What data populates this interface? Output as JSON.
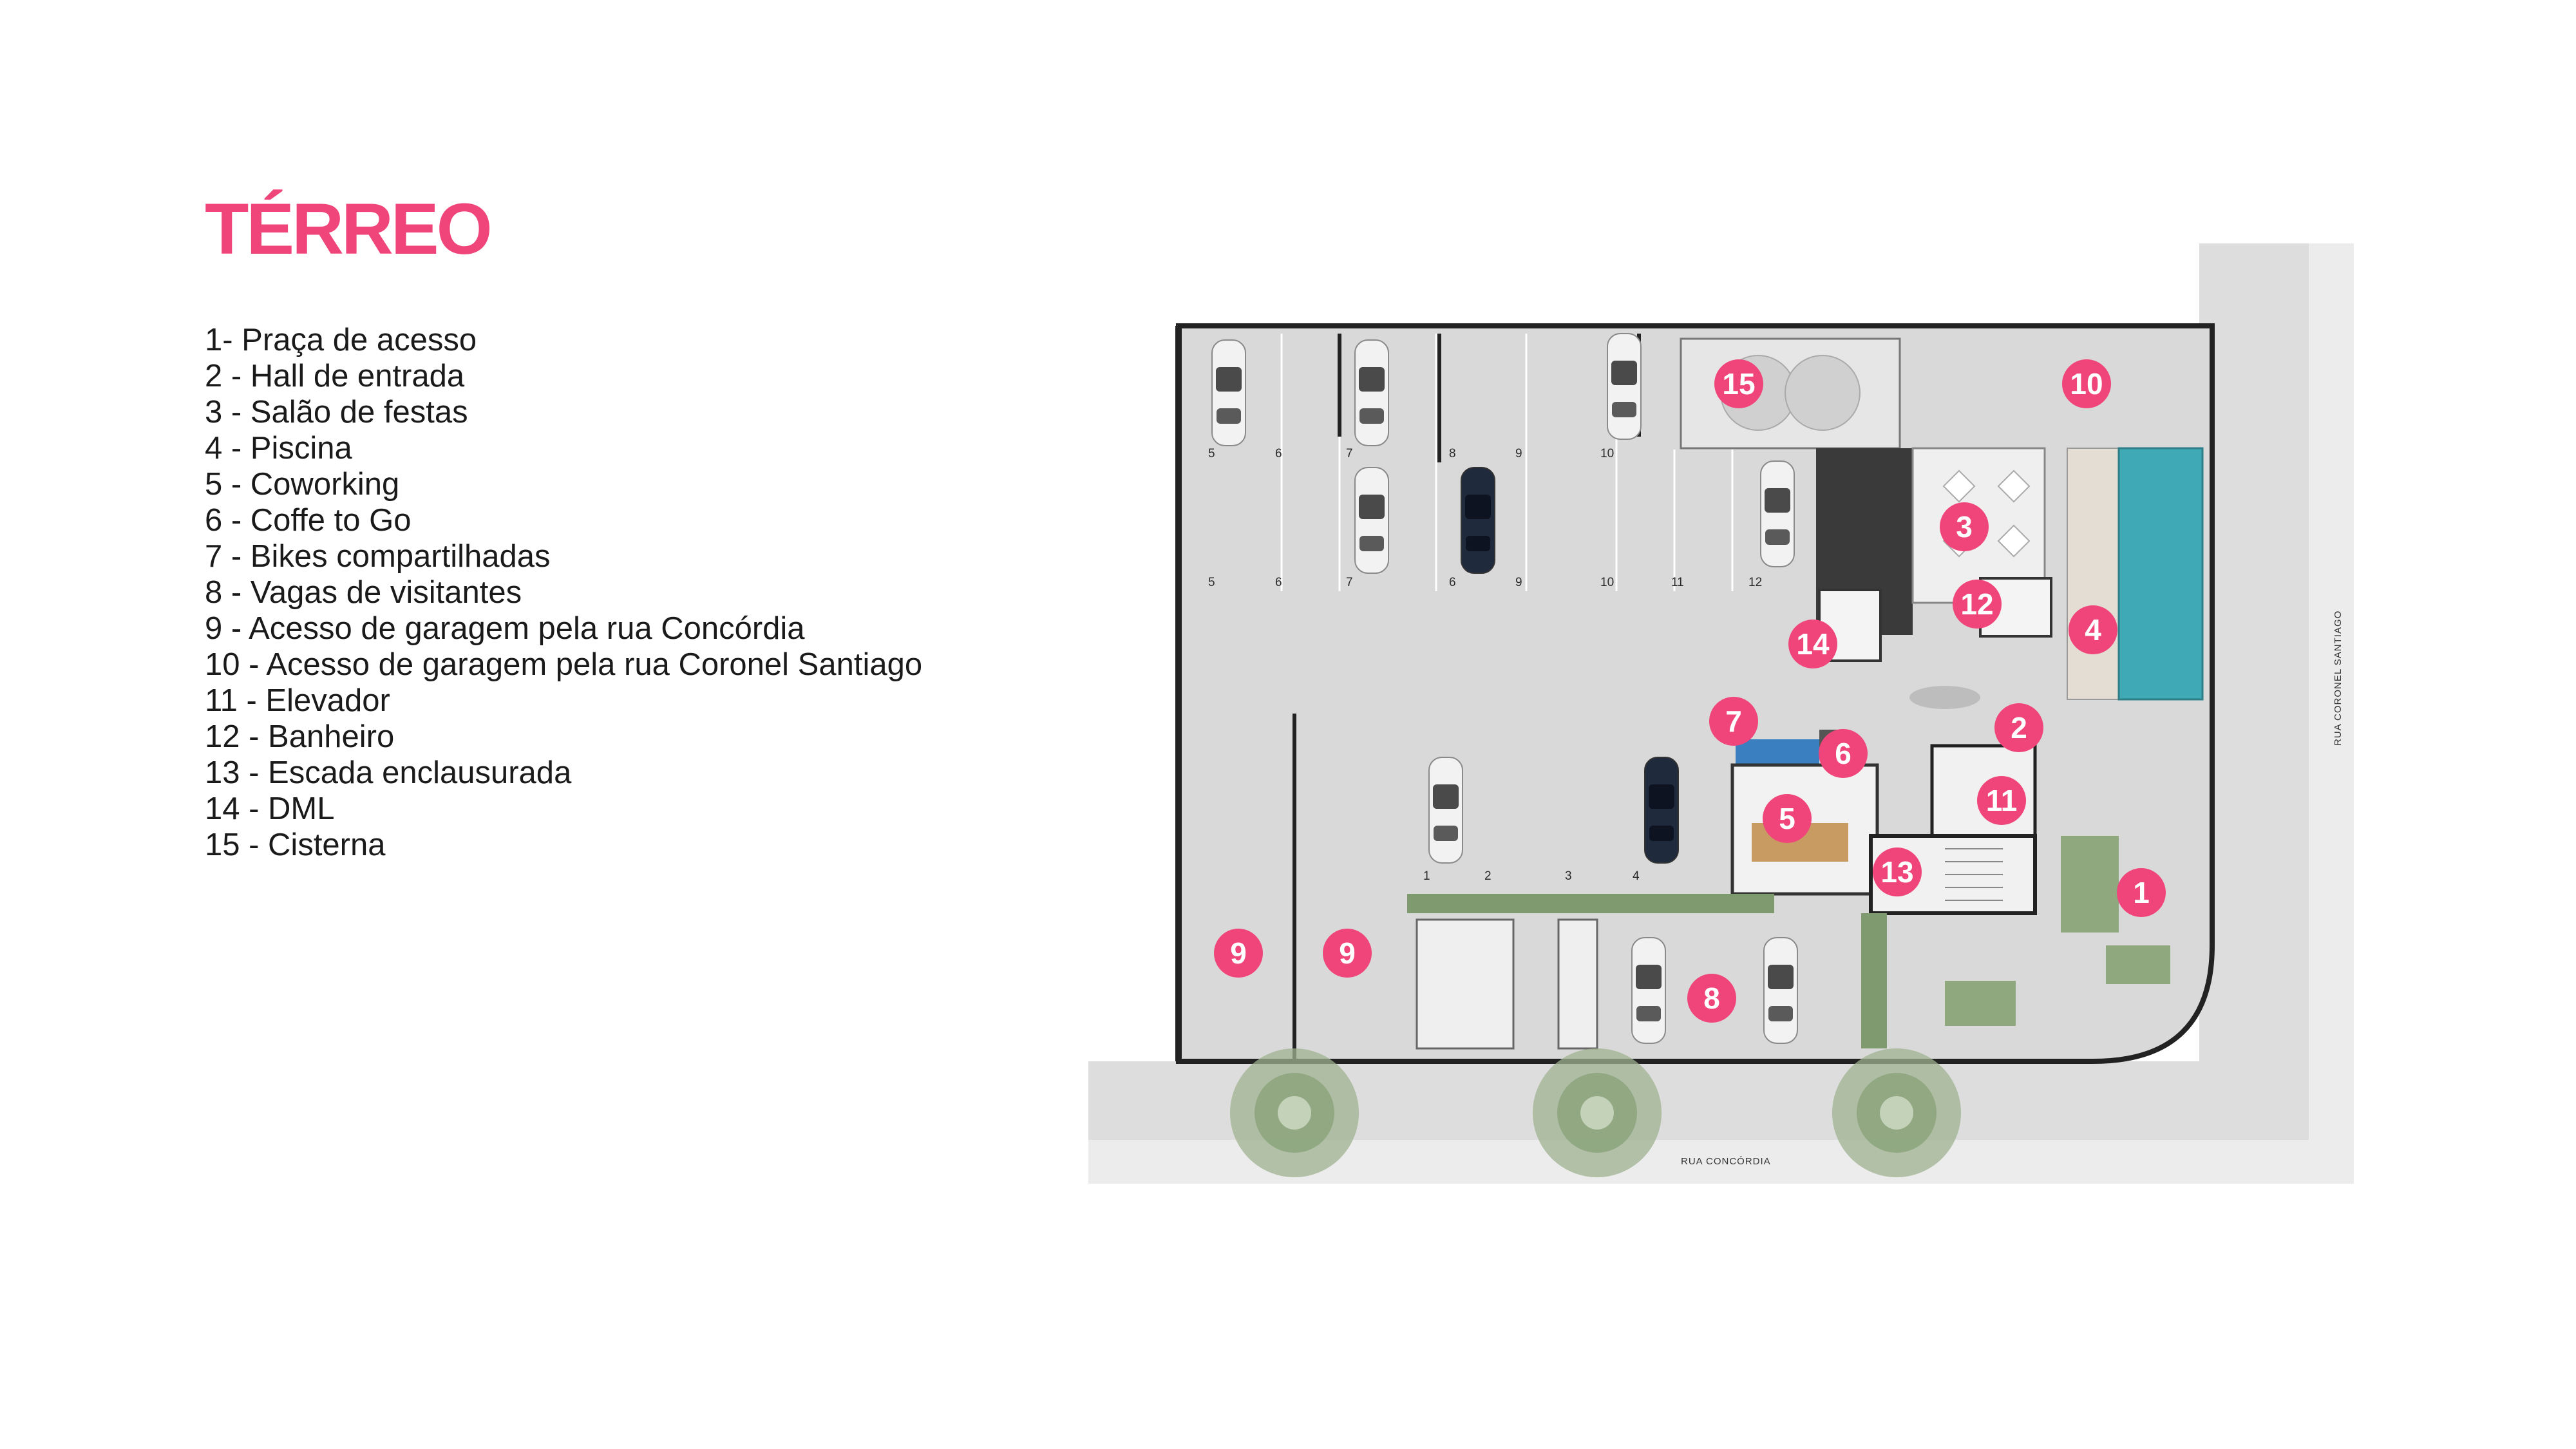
{
  "title": "TÉRREO",
  "legend": [
    "1- Praça de acesso",
    "2 - Hall de entrada",
    "3 - Salão de festas",
    "4 - Piscina",
    "5 - Coworking",
    "6 - Coffe to Go",
    "7 - Bikes compartilhadas",
    "8 - Vagas de visitantes",
    "9 - Acesso de garagem pela rua Concórdia",
    "10 - Acesso de garagem pela rua Coronel Santiago",
    "11 - Elevador",
    "12 - Banheiro",
    "13 - Escada enclausurada",
    "14 - DML",
    "15 - Cisterna"
  ],
  "plan": {
    "markers": [
      "15",
      "10",
      "3",
      "12",
      "4",
      "14",
      "7",
      "2",
      "6",
      "11",
      "5",
      "13",
      "1",
      "9",
      "9",
      "8"
    ],
    "top_row_numbers": [
      "5",
      "6",
      "7",
      "8",
      "9",
      "10"
    ],
    "second_row_numbers": [
      "5",
      "6",
      "7",
      "6",
      "9",
      "10",
      "11",
      "12"
    ],
    "lower_row_numbers": [
      "1",
      "2",
      "3",
      "4"
    ],
    "street_bottom": "RUA CONCÓRDIA",
    "street_right": "RUA CORONEL SANTIAGO",
    "colors": {
      "marker": "#f0457a",
      "pavement": "#dcdcdc",
      "pool": "#3fa9b5",
      "garden": "#7f9a6e",
      "wall": "#222222"
    }
  }
}
